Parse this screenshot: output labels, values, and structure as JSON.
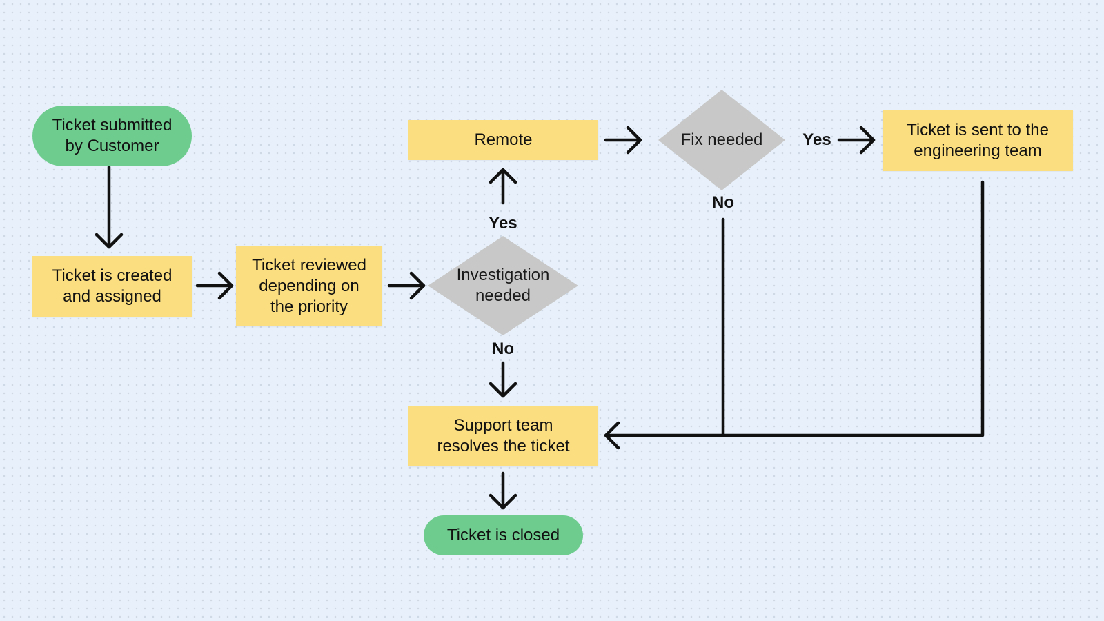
{
  "nodes": {
    "start": "Ticket submitted\nby Customer",
    "created": "Ticket is created\nand assigned",
    "reviewed": "Ticket reviewed\ndepending on\nthe priority",
    "investigation": "Investigation\nneeded",
    "remote": "Remote",
    "fix": "Fix needed",
    "engineering": "Ticket is sent to the\nengineering team",
    "support": "Support team\nresolves the ticket",
    "closed": "Ticket is closed"
  },
  "labels": {
    "investigation_yes": "Yes",
    "investigation_no": "No",
    "fix_yes": "Yes",
    "fix_no": "No"
  },
  "colors": {
    "terminal": "#6fcc8f",
    "process": "#fbde7f",
    "decision": "#c8c8c8",
    "arrow": "#111111",
    "background": "#e8f1fb"
  }
}
